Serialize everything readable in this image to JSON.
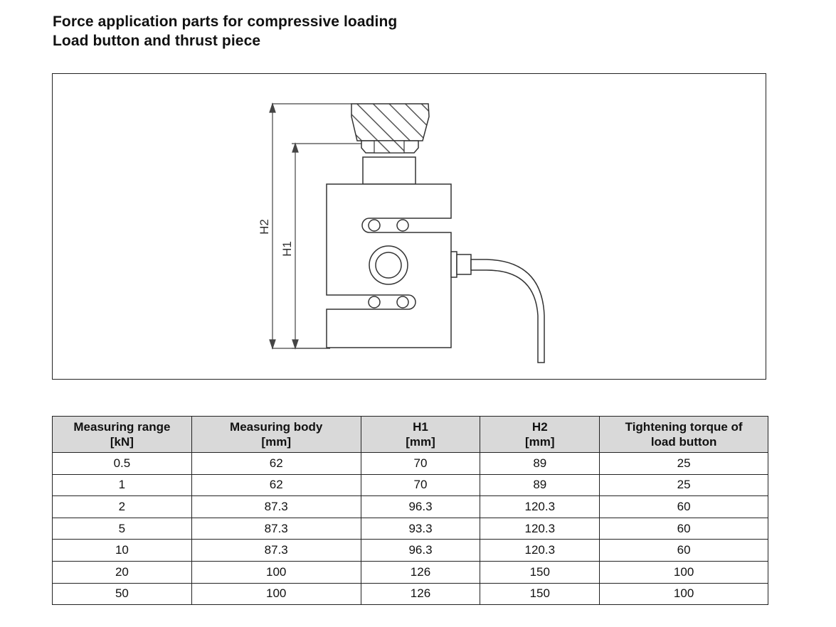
{
  "title_line1": "Force application parts for compressive loading",
  "title_line2": "Load button and thrust piece",
  "drawing": {
    "label_h2": "H2",
    "label_h1": "H1"
  },
  "table": {
    "headers": [
      [
        "Measuring range",
        "[kN]"
      ],
      [
        "Measuring body",
        "[mm]"
      ],
      [
        "H1",
        "[mm]"
      ],
      [
        "H2",
        "[mm]"
      ],
      [
        "Tightening torque of",
        "load button"
      ]
    ],
    "rows": [
      [
        "0.5",
        "62",
        "70",
        "89",
        "25"
      ],
      [
        "1",
        "62",
        "70",
        "89",
        "25"
      ],
      [
        "2",
        "87.3",
        "96.3",
        "120.3",
        "60"
      ],
      [
        "5",
        "87.3",
        "93.3",
        "120.3",
        "60"
      ],
      [
        "10",
        "87.3",
        "96.3",
        "120.3",
        "60"
      ],
      [
        "20",
        "100",
        "126",
        "150",
        "100"
      ],
      [
        "50",
        "100",
        "126",
        "150",
        "100"
      ]
    ]
  }
}
